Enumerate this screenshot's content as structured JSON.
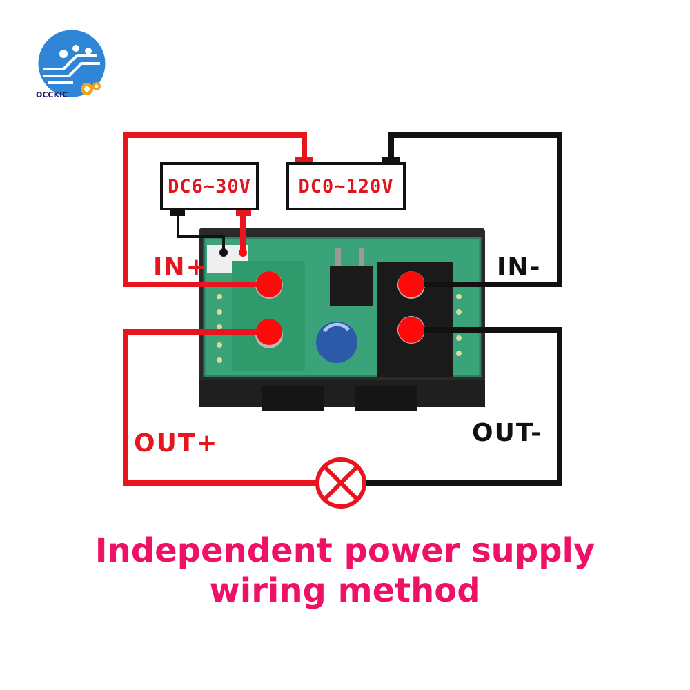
{
  "brand": {
    "name": "OCCKIC"
  },
  "supplies": {
    "aux": "DC6~30V",
    "main": "DC0~120V"
  },
  "terminals": {
    "in_plus": "IN+",
    "in_minus": "IN-",
    "out_plus": "OUT+",
    "out_minus": "OUT-"
  },
  "caption": {
    "line1": "Independent power supply",
    "line2": "wiring method"
  },
  "colors": {
    "positive_wire": "#e8141e",
    "negative_wire": "#111111",
    "caption": "#ee1166",
    "board": "#3aa37a",
    "logo": "#2f86d6"
  },
  "icons": [
    "lamp-load-icon",
    "circuit-logo-icon",
    "gear-icon"
  ]
}
